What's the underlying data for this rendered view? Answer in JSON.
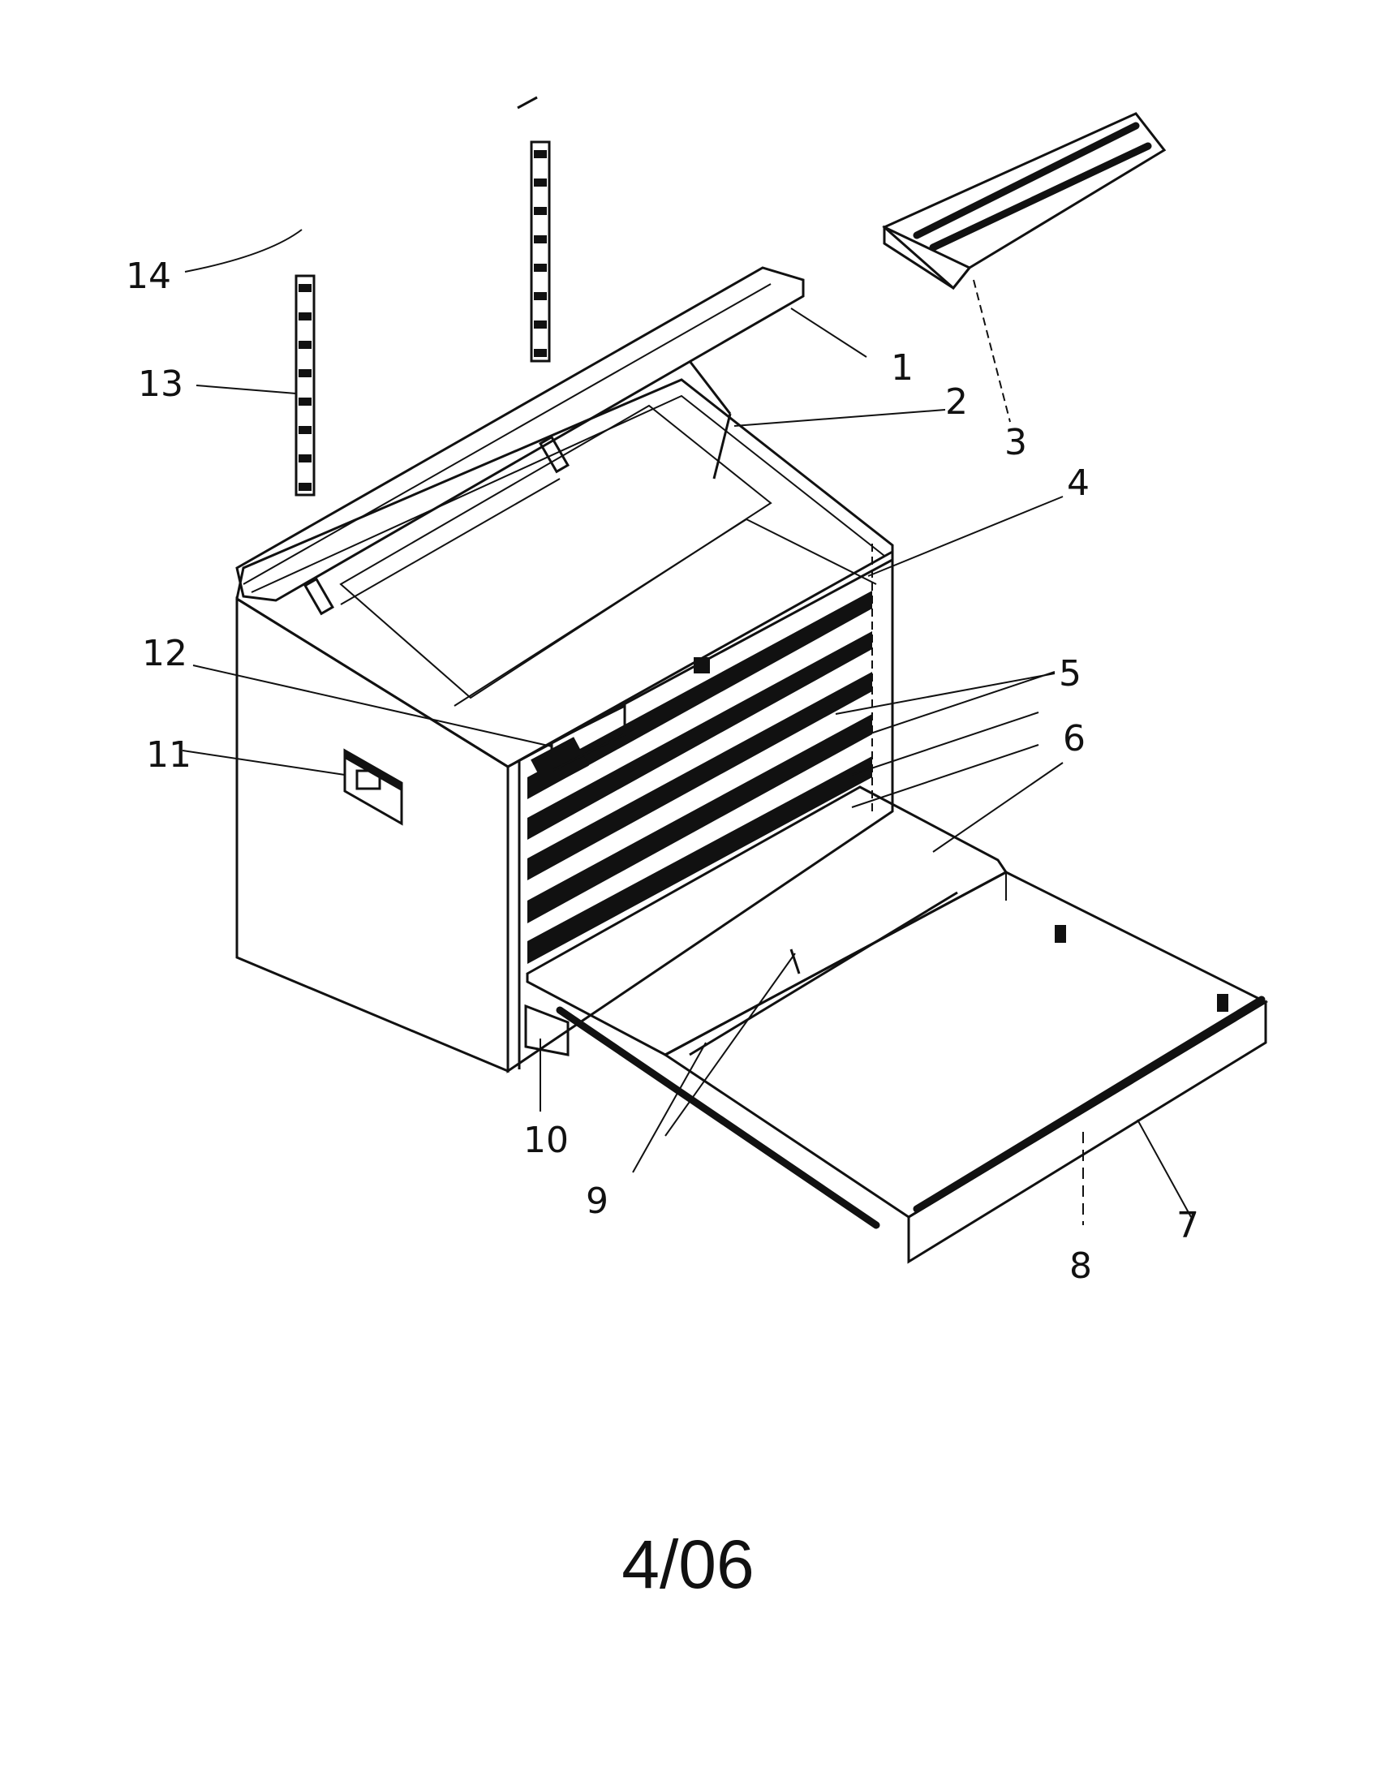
{
  "figure": {
    "callouts": [
      {
        "id": "1",
        "label": "1"
      },
      {
        "id": "2",
        "label": "2"
      },
      {
        "id": "3",
        "label": "3"
      },
      {
        "id": "4",
        "label": "4"
      },
      {
        "id": "5",
        "label": "5"
      },
      {
        "id": "6",
        "label": "6"
      },
      {
        "id": "7",
        "label": "7"
      },
      {
        "id": "8",
        "label": "8"
      },
      {
        "id": "9",
        "label": "9"
      },
      {
        "id": "10",
        "label": "10"
      },
      {
        "id": "11",
        "label": "11"
      },
      {
        "id": "12",
        "label": "12"
      },
      {
        "id": "13",
        "label": "13"
      },
      {
        "id": "14",
        "label": "14"
      }
    ]
  },
  "footer": {
    "code": "4/06"
  }
}
